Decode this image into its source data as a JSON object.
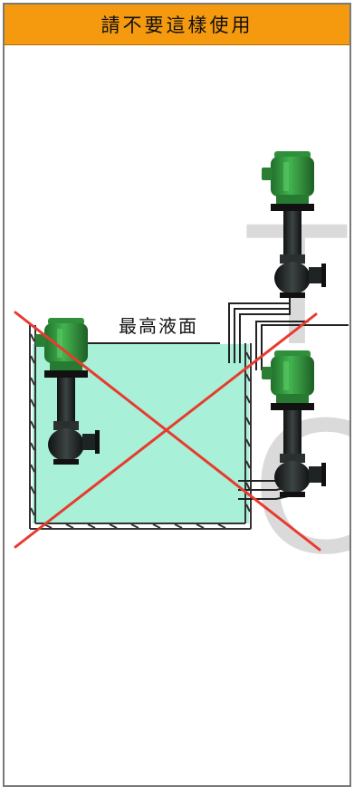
{
  "header": {
    "title": "請不要這樣使用"
  },
  "diagram": {
    "water_level_label": "最高液面",
    "watermark_letters": "TC",
    "colors": {
      "header": "#f59a0f",
      "liquid": "#a8f0d8",
      "cross": "#e83b2e",
      "motor": "#2f8f3a",
      "pump_body": "#1e2424",
      "tank_wall": "#333333",
      "watermark": "#bdbdbd"
    },
    "icons": {
      "pump": "vertical-pump-icon",
      "cross": "cross-mark-icon"
    }
  }
}
